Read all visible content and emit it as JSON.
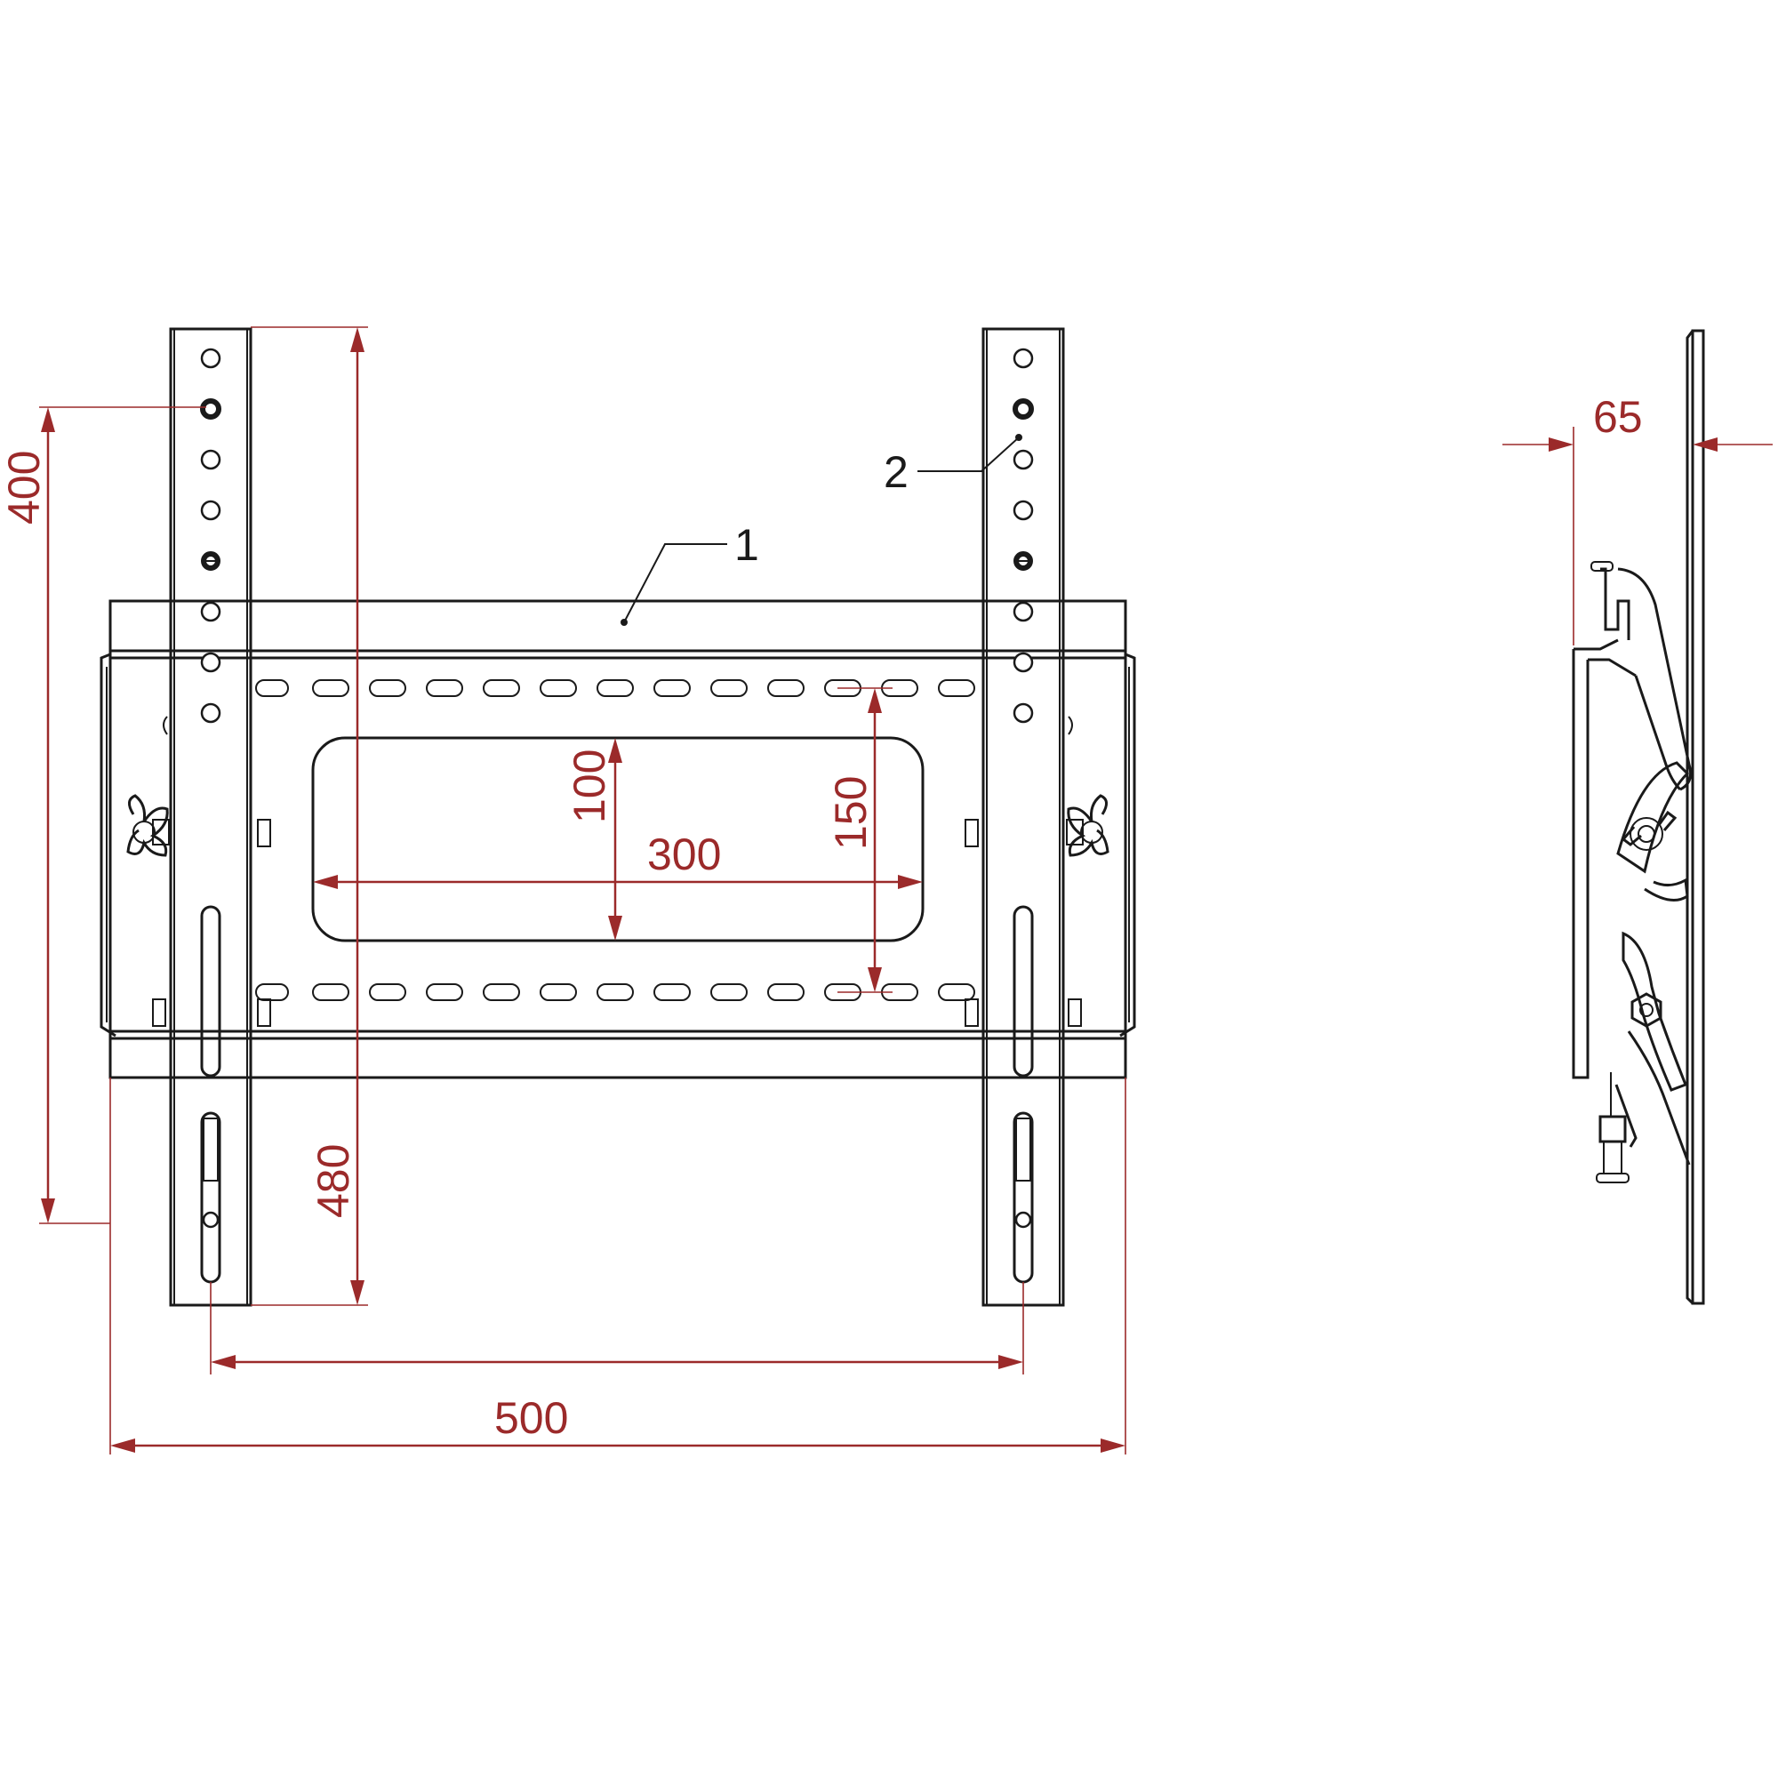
{
  "callouts": {
    "item_1": "1",
    "item_2": "2"
  },
  "dimensions": {
    "total_height": "400",
    "rail_length": "480",
    "total_width": "500",
    "inner_width": "300",
    "inner_height_small": "100",
    "inner_height_large": "150",
    "wall_distance": "65"
  },
  "colors": {
    "line": "#1a1a1a",
    "dimension": "#9b2a2a",
    "background": "#ffffff"
  }
}
